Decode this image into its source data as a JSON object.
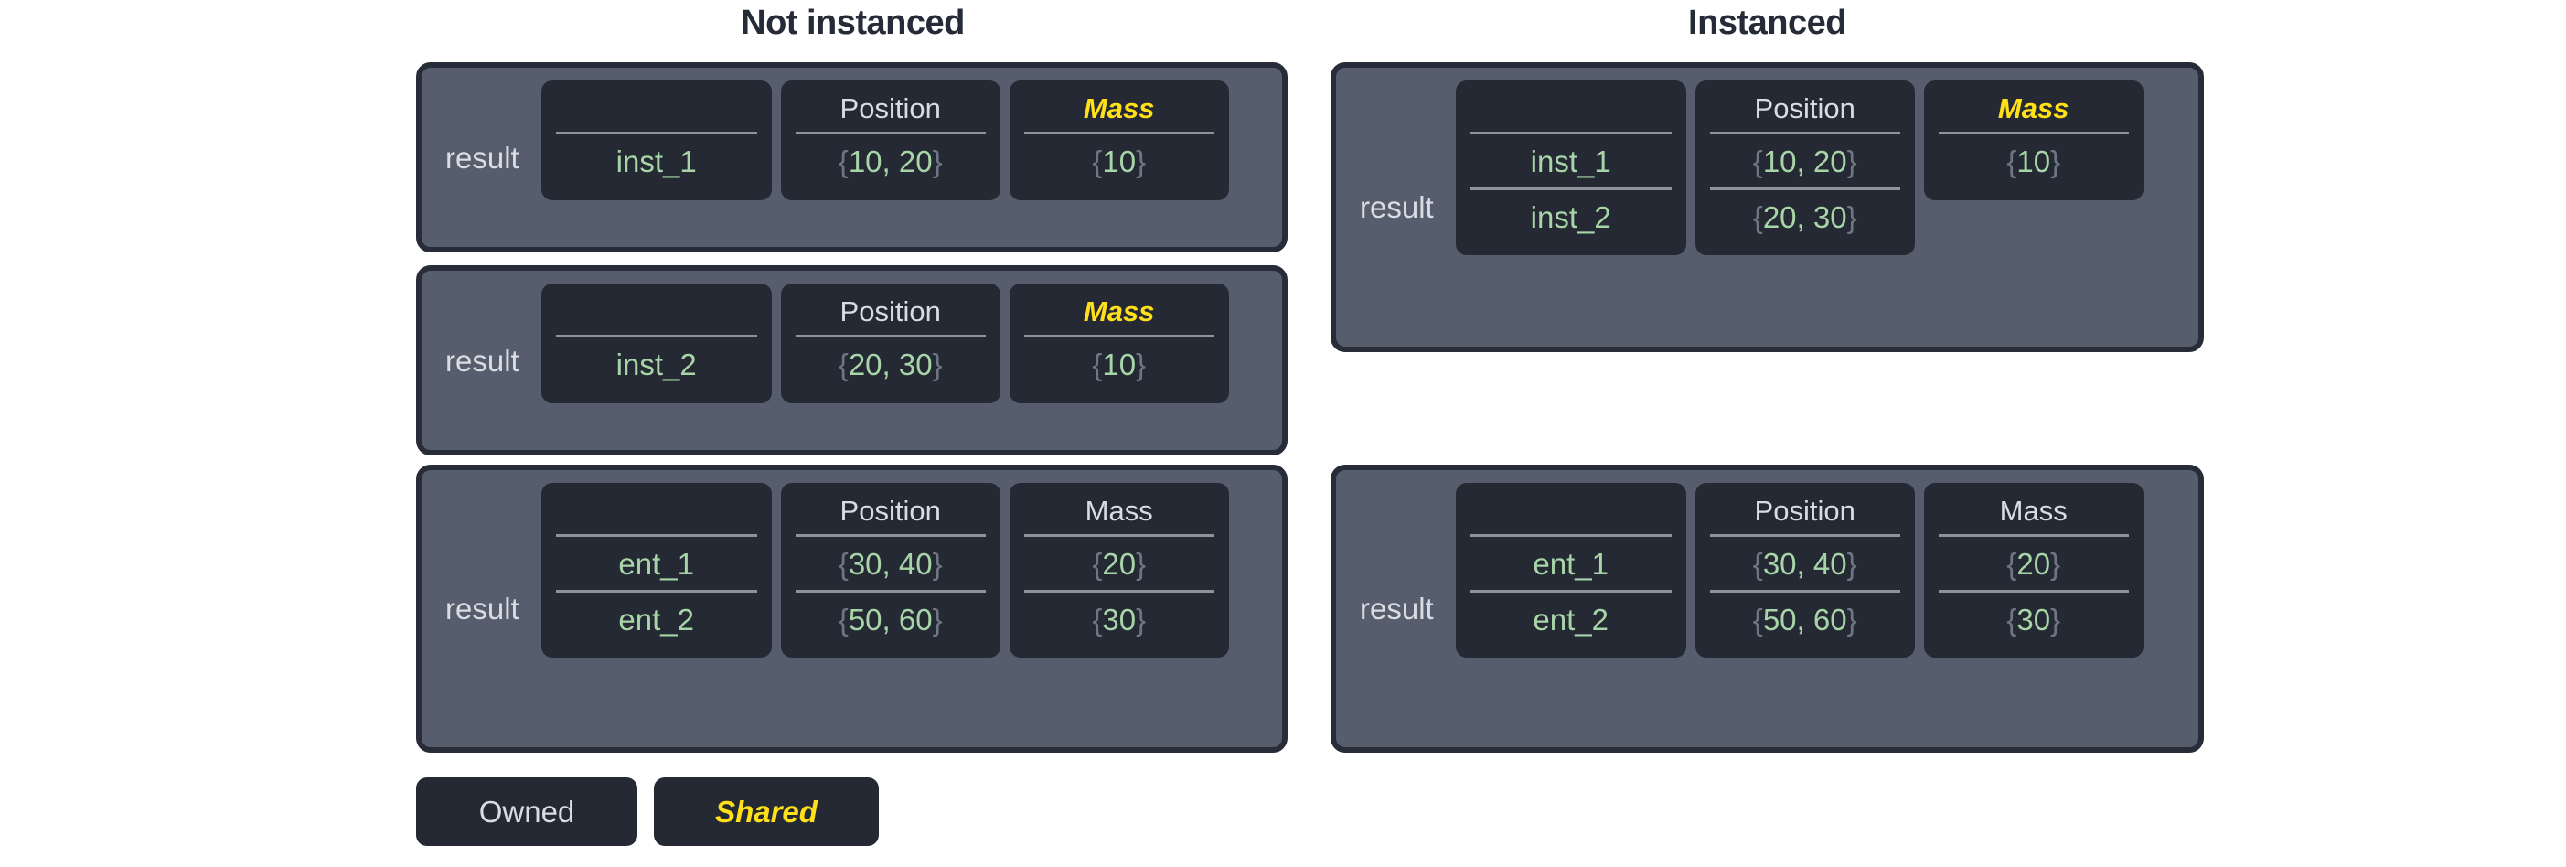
{
  "titles": {
    "left": "Not instanced",
    "right": "Instanced"
  },
  "labels": {
    "result": "result"
  },
  "colors": {
    "page_background": "#ffffff",
    "title_text": "#262b38",
    "panel_background": "#565d6c",
    "panel_border": "#272c38",
    "card_background": "#242933",
    "owned_text": "#d9dce3",
    "shared_text": "#ffe019",
    "value_text": "#a8d5a8",
    "brace_text": "#6f7683",
    "divider": "#8d929c"
  },
  "headers": {
    "blank": "",
    "position": "Position",
    "mass": "Mass"
  },
  "not_instanced": {
    "panels": [
      {
        "result_label": "result",
        "columns": [
          {
            "header": "",
            "header_kind": "blank",
            "cells": [
              "inst_1"
            ]
          },
          {
            "header": "Position",
            "header_kind": "owned",
            "cells": [
              "{10, 20}"
            ]
          },
          {
            "header": "Mass",
            "header_kind": "shared",
            "cells": [
              "{10}"
            ]
          }
        ]
      },
      {
        "result_label": "result",
        "columns": [
          {
            "header": "",
            "header_kind": "blank",
            "cells": [
              "inst_2"
            ]
          },
          {
            "header": "Position",
            "header_kind": "owned",
            "cells": [
              "{20, 30}"
            ]
          },
          {
            "header": "Mass",
            "header_kind": "shared",
            "cells": [
              "{10}"
            ]
          }
        ]
      },
      {
        "result_label": "result",
        "columns": [
          {
            "header": "",
            "header_kind": "blank",
            "cells": [
              "ent_1",
              "ent_2"
            ]
          },
          {
            "header": "Position",
            "header_kind": "owned",
            "cells": [
              "{30, 40}",
              "{50, 60}"
            ]
          },
          {
            "header": "Mass",
            "header_kind": "owned",
            "cells": [
              "{20}",
              "{30}"
            ]
          }
        ]
      }
    ]
  },
  "instanced": {
    "panels": [
      {
        "result_label": "result",
        "columns": [
          {
            "header": "",
            "header_kind": "blank",
            "cells": [
              "inst_1",
              "inst_2"
            ]
          },
          {
            "header": "Position",
            "header_kind": "owned",
            "cells": [
              "{10, 20}",
              "{20, 30}"
            ]
          },
          {
            "header": "Mass",
            "header_kind": "shared",
            "cells": [
              "{10}"
            ]
          }
        ]
      },
      {
        "result_label": "result",
        "columns": [
          {
            "header": "",
            "header_kind": "blank",
            "cells": [
              "ent_1",
              "ent_2"
            ]
          },
          {
            "header": "Position",
            "header_kind": "owned",
            "cells": [
              "{30, 40}",
              "{50, 60}"
            ]
          },
          {
            "header": "Mass",
            "header_kind": "owned",
            "cells": [
              "{20}",
              "{30}"
            ]
          }
        ]
      }
    ]
  },
  "legend": {
    "items": [
      {
        "label": "Owned",
        "kind": "owned"
      },
      {
        "label": "Shared",
        "kind": "shared"
      }
    ]
  }
}
